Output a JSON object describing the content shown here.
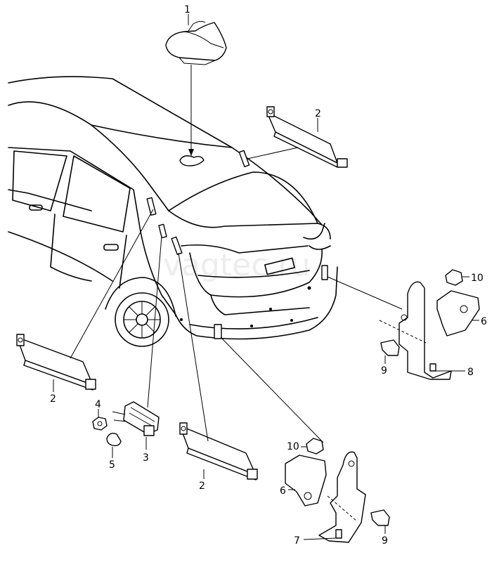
{
  "watermark": "vagtec.ru",
  "callouts": {
    "c1": "1",
    "c2_top": "2",
    "c2_left": "2",
    "c2_bottom": "2",
    "c3": "3",
    "c4": "4",
    "c5": "5",
    "c6_upper": "6",
    "c6_lower": "6",
    "c7": "7",
    "c8": "8",
    "c9_upper": "9",
    "c9_lower": "9",
    "c10_upper": "10",
    "c10_lower": "10"
  }
}
